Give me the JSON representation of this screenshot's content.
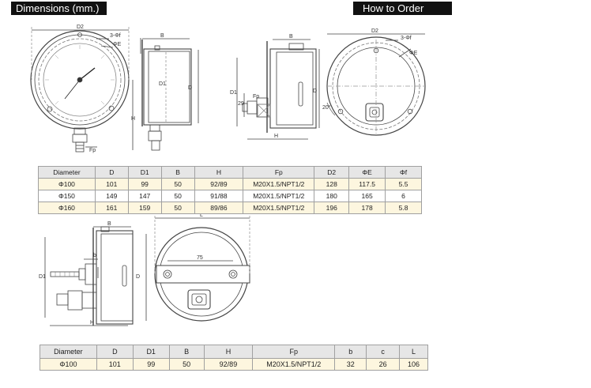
{
  "headers": {
    "dimensions": "Dimensions (mm.)",
    "how_to_order": "How to Order"
  },
  "drawing_labels": {
    "d2": "D2",
    "three_phi_f": "3-Φf",
    "phi_e": "ΦE",
    "b": "B",
    "d1": "D1",
    "d": "D",
    "h": "H",
    "fp": "Fp",
    "dim_29": "29",
    "dim_75": "75",
    "dim_b_small": "b",
    "dim_l": "L",
    "angle": "20°"
  },
  "table1": {
    "columns": [
      "Diameter",
      "D",
      "D1",
      "B",
      "H",
      "Fp",
      "D2",
      "ΦE",
      "Φf"
    ],
    "rows": [
      [
        "Φ100",
        "101",
        "99",
        "50",
        "92/89",
        "M20X1.5/NPT1/2",
        "128",
        "117.5",
        "5.5"
      ],
      [
        "Φ150",
        "149",
        "147",
        "50",
        "91/88",
        "M20X1.5/NPT1/2",
        "180",
        "165",
        "6"
      ],
      [
        "Φ160",
        "161",
        "159",
        "50",
        "89/86",
        "M20X1.5/NPT1/2",
        "196",
        "178",
        "5.8"
      ]
    ]
  },
  "table2": {
    "columns": [
      "Diameter",
      "D",
      "D1",
      "B",
      "H",
      "Fp",
      "b",
      "c",
      "L"
    ],
    "rows": [
      [
        "Φ100",
        "101",
        "99",
        "50",
        "92/89",
        "M20X1.5/NPT1/2",
        "32",
        "26",
        "106"
      ]
    ]
  }
}
